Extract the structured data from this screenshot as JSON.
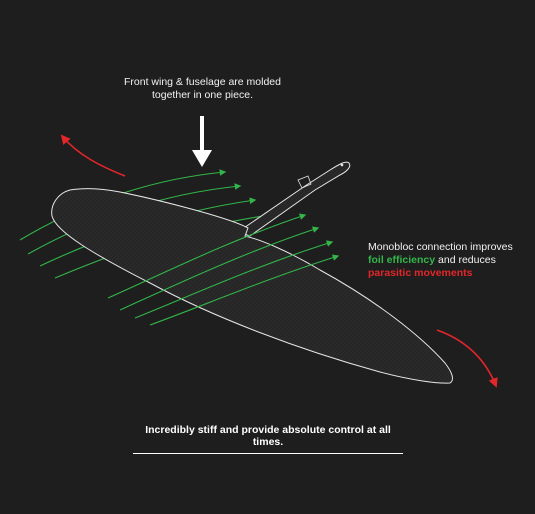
{
  "captions": {
    "top": "Front wing & fuselage are molded together in one piece.",
    "right_line1": "Monobloc connection improves",
    "right_green": "foil efficiency",
    "right_mid": " and reduces",
    "right_red": "parasitic movements",
    "bottom": "Incredibly stiff and provide absolute control at all times."
  },
  "colors": {
    "background": "#1e1e1e",
    "wing_fill": "#262626",
    "outline": "#e6e6e6",
    "flow_green": "#33b54a",
    "accent_red": "#e3262a"
  },
  "icons": {
    "down_arrow": "white-down-arrow-icon",
    "flow": "green-flow-arrow-icon",
    "rotation": "red-curved-arrow-icon"
  }
}
